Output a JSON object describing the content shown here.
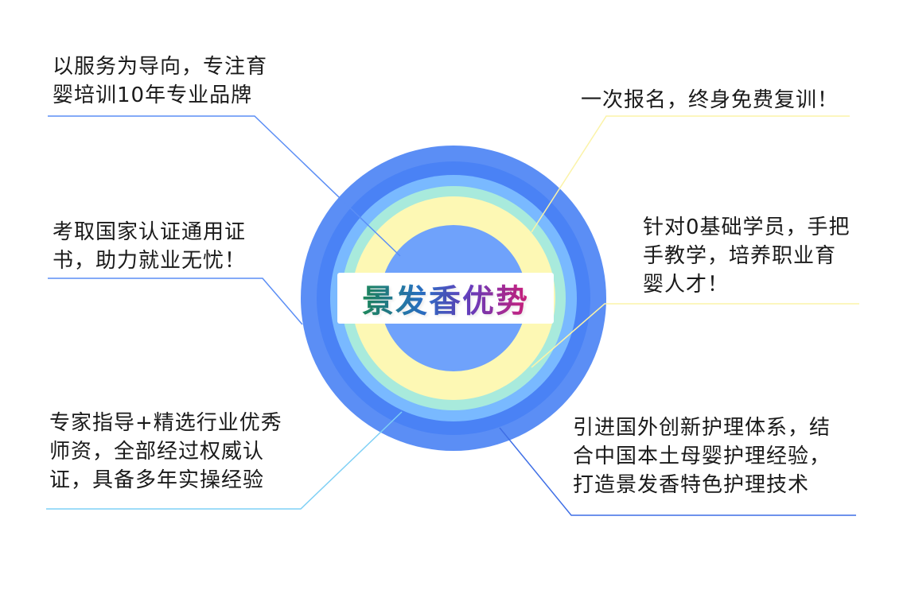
{
  "center": {
    "title": "景发香优势",
    "ring_colors": [
      "#5b8ef5",
      "#4a82f5",
      "#79b9ff",
      "#a8eadc",
      "#fdf8b4",
      "#6fa2fb"
    ]
  },
  "callouts": [
    {
      "id": "top-left",
      "lines": [
        "以服务为导向，专注育",
        "婴培训10年专业品牌"
      ],
      "line_color": "#5b8ef5"
    },
    {
      "id": "mid-left",
      "lines": [
        "考取国家认证通用证",
        "书，助力就业无忧！"
      ],
      "line_color": "#5b8ef5"
    },
    {
      "id": "bottom-left",
      "lines": [
        "专家指导+精选行业优秀",
        "师资，全部经过权威认",
        "证，具备多年实操经验"
      ],
      "line_color": "#7fd0f5"
    },
    {
      "id": "top-right",
      "lines": [
        "一次报名，终身免费复训！"
      ],
      "line_color": "#fbf3a8"
    },
    {
      "id": "mid-right",
      "lines": [
        "针对0基础学员，手把",
        "手教学，培养职业育",
        "婴人才！"
      ],
      "line_color": "#fbf3a8"
    },
    {
      "id": "bottom-right",
      "lines": [
        "引进国外创新护理体系，结",
        "合中国本土母婴护理经验，",
        "打造景发香特色护理技术"
      ],
      "line_color": "#3f6fe6"
    }
  ]
}
